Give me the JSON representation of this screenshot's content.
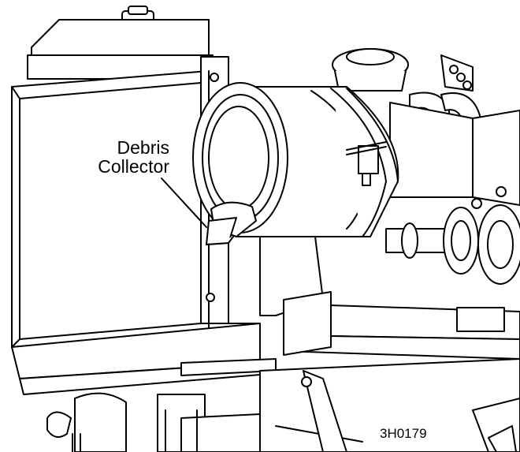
{
  "figure": {
    "callout_line_1": "Debris",
    "callout_line_2": "Collector",
    "figure_code": "3H0179"
  },
  "colors": {
    "line": "#000000",
    "fill": "#ffffff",
    "shade": "#eeeeee"
  }
}
